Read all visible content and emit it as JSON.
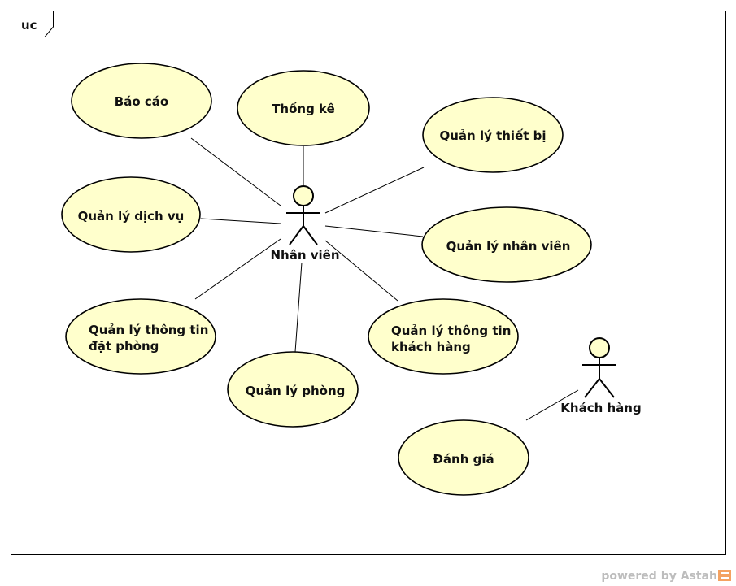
{
  "frame": {
    "label": "uc"
  },
  "actors": {
    "employee": {
      "name": "Nhân viên"
    },
    "customer": {
      "name": "Khách hàng"
    }
  },
  "use_cases": {
    "bao_cao": {
      "lines": [
        "Báo cáo"
      ]
    },
    "thong_ke": {
      "lines": [
        "Thống kê"
      ]
    },
    "ql_thiet_bi": {
      "lines": [
        "Quản lý thiết bị"
      ]
    },
    "ql_dich_vu": {
      "lines": [
        "Quản lý dịch vụ"
      ]
    },
    "ql_nhan_vien": {
      "lines": [
        "Quản lý nhân viên"
      ]
    },
    "ql_dat_phong": {
      "lines": [
        "Quản lý thông tin",
        "đặt phòng"
      ]
    },
    "ql_khach_hang": {
      "lines": [
        "Quản lý thông tin",
        "khách hàng"
      ]
    },
    "ql_phong": {
      "lines": [
        "Quản lý phòng"
      ]
    },
    "danh_gia": {
      "lines": [
        "Đánh giá"
      ]
    }
  },
  "footer": {
    "text": "powered by Astah"
  }
}
